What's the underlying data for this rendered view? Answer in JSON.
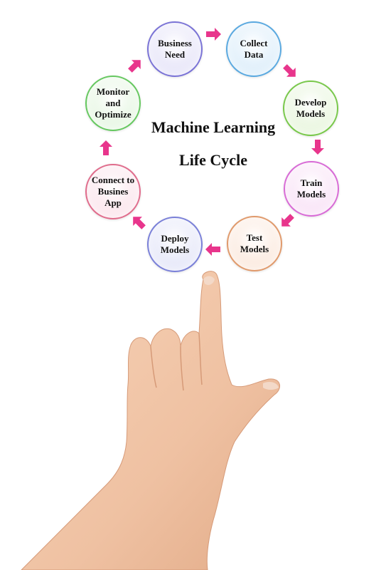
{
  "diagram": {
    "title_line_1": "Machine Learning",
    "title_line_2": "Life Cycle",
    "arrow_color": "#e8358c",
    "nodes": [
      {
        "label": "Business\nNeed",
        "border": "#7a73d6",
        "fill": "#e4e2f8"
      },
      {
        "label": "Collect\nData",
        "border": "#5aa9e0",
        "fill": "#d9ecfa"
      },
      {
        "label": "Develop\nModels",
        "border": "#78c84a",
        "fill": "#e6f5da"
      },
      {
        "label": "Train\nModels",
        "border": "#d86ad6",
        "fill": "#f8e0f6"
      },
      {
        "label": "Test\nModels",
        "border": "#e09a6c",
        "fill": "#fbe7da"
      },
      {
        "label": "Deploy\nModels",
        "border": "#7a80d8",
        "fill": "#e2e4f8"
      },
      {
        "label": "Connect to\nBusines\nApp",
        "border": "#e06c8c",
        "fill": "#fbe2ea"
      },
      {
        "label": "Monitor\nand\nOptimize",
        "border": "#66c860",
        "fill": "#e4f6e0"
      }
    ]
  }
}
